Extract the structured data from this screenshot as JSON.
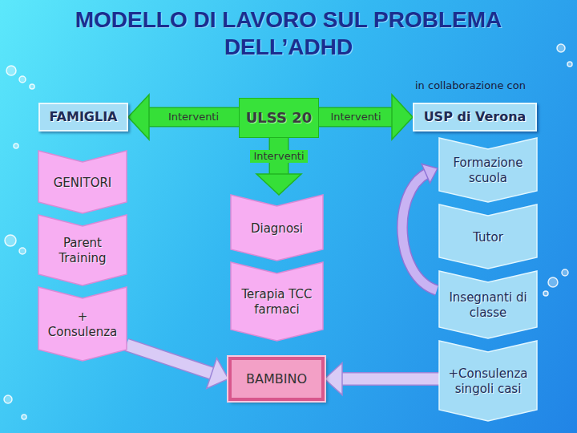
{
  "diagram": {
    "title": "MODELLO DI LAVORO SUL PROBLEMA DELL’ADHD",
    "nodes": [
      {
        "text": [
          "FAMIGLIA"
        ]
      },
      {
        "text": [
          "ULSS 20"
        ]
      },
      {
        "text": [
          "USP di Verona"
        ]
      },
      {
        "text": [
          "GENITORI"
        ]
      },
      {
        "text": [
          "Formazione scuola"
        ]
      },
      {
        "text": [
          "Diagnosi"
        ]
      },
      {
        "text": [
          "Parent Training"
        ]
      },
      {
        "text": [
          "Tutor"
        ]
      },
      {
        "text": [
          "Terapia TCC farmaci"
        ]
      },
      {
        "text": [
          "Insegnanti di classe"
        ]
      },
      {
        "text": [
          "+ Consulenza"
        ]
      },
      {
        "text": [
          "BAMBINO"
        ]
      },
      {
        "text": [
          "+Consulenza singoli casi"
        ]
      }
    ],
    "edges": [
      {
        "from": 1,
        "to": 0,
        "label": "Interventi",
        "arrow": "to"
      },
      {
        "from": 1,
        "to": 2,
        "label": "Interventi",
        "arrow": "to"
      },
      {
        "from": 1,
        "to": 5,
        "label": "Interventi",
        "arrow": "to"
      },
      {
        "from": 10,
        "to": 11,
        "arrow": "to"
      },
      {
        "from": 12,
        "to": 11,
        "arrow": "to"
      }
    ],
    "labels": [
      "in collaborazione con"
    ]
  }
}
